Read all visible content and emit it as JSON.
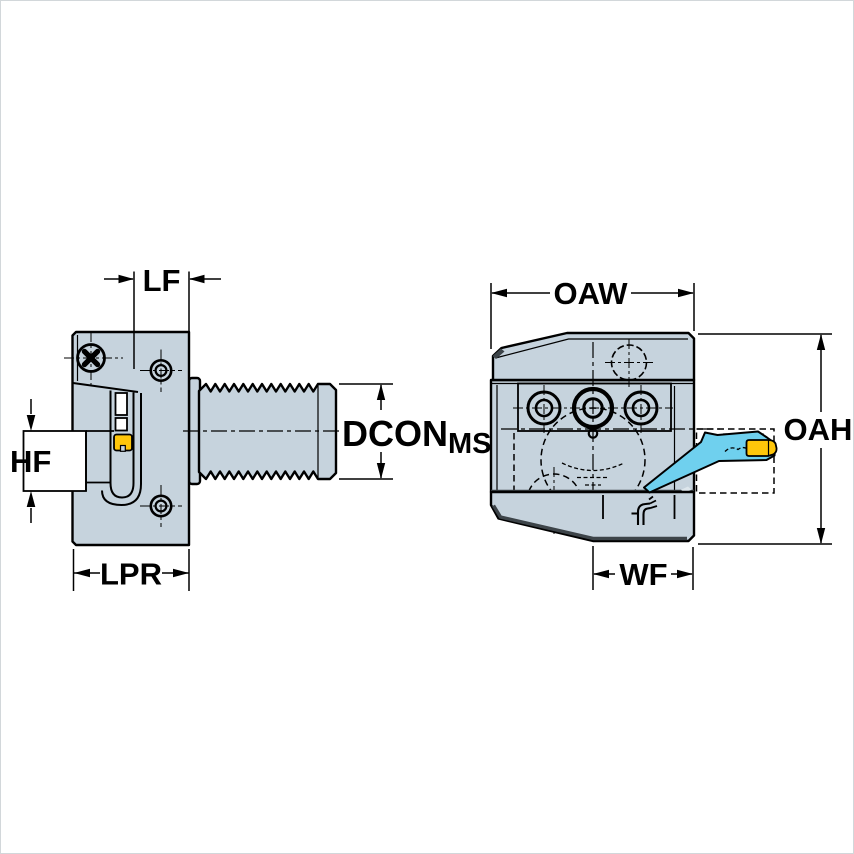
{
  "figure": {
    "type": "technical-dimension-drawing",
    "labels": {
      "lf": "LF",
      "hf": "HF",
      "dcon": "DCON",
      "dcon_sub": "MS",
      "lpr": "LPR",
      "oaw": "OAW",
      "oah": "OAH",
      "wf": "WF"
    },
    "icons": {
      "coolant": "coolant-outlet-icon"
    },
    "colors": {
      "background": "#ffffff",
      "frame": "#d2d7da",
      "line": "#000000",
      "body": "#c6d3dd",
      "shade": "#3d4449",
      "blade": "#6fd0ee",
      "insert": "#ffc60a"
    }
  }
}
